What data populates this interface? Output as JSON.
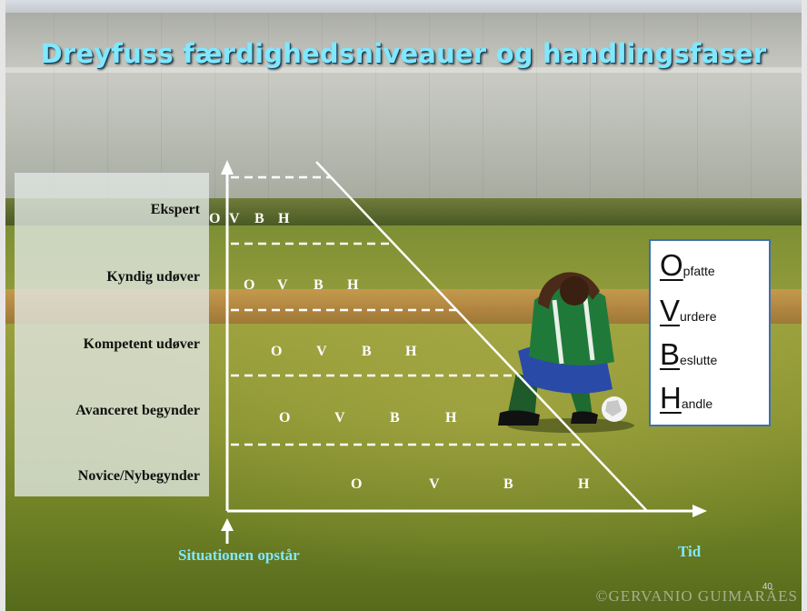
{
  "title": "Dreyfuss færdighedsniveauer og handlingsfaser",
  "levels": [
    {
      "label": "Ekspert",
      "phases": [
        "O",
        "V",
        "B",
        "H"
      ]
    },
    {
      "label": "Kyndig udøver",
      "phases": [
        "O",
        "V",
        "B",
        "H"
      ]
    },
    {
      "label": "Kompetent udøver",
      "phases": [
        "O",
        "V",
        "B",
        "H"
      ]
    },
    {
      "label": "Avanceret begynder",
      "phases": [
        "O",
        "V",
        "B",
        "H"
      ]
    },
    {
      "label": "Novice/Nybegynder",
      "phases": [
        "O",
        "V",
        "B",
        "H"
      ]
    }
  ],
  "axes": {
    "y_label": "Situationen opstår",
    "x_label": "Tid"
  },
  "legend": [
    {
      "initial": "O",
      "rest": "pfatte"
    },
    {
      "initial": "V",
      "rest": "urdere"
    },
    {
      "initial": "B",
      "rest": "eslutte"
    },
    {
      "initial": "H",
      "rest": "andle"
    }
  ],
  "page_number": "40",
  "watermark": "©GERVANIO GUIMARÃES",
  "colors": {
    "title": "#7fe8ff",
    "axis_label": "#7fe8ff",
    "lines": "#ffffff",
    "legend_border": "#3b6fb5",
    "panel": "#e1e8e4"
  },
  "background": {
    "description_icon": "football-player-crouching-photo"
  }
}
